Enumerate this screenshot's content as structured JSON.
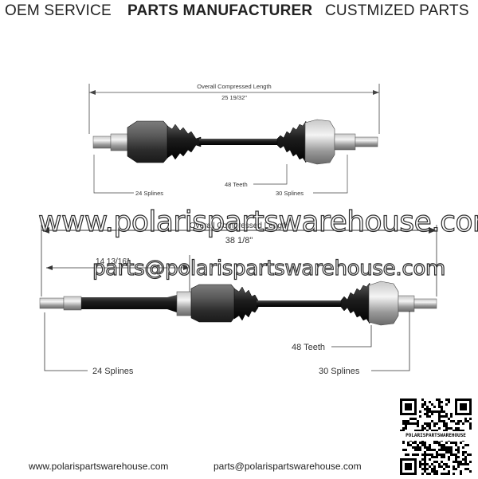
{
  "banner": {
    "oem": "OEM SERVICE",
    "manufacturer": "PARTS MANUFACTURER",
    "customized": "CUSTMIZED PARTS"
  },
  "top_shaft": {
    "length_label": "Overall Compressed Length",
    "length_value": "25 19/32\"",
    "left_splines": "24 Splines",
    "teeth": "48 Teeth",
    "right_splines": "30 Splines"
  },
  "bottom_shaft": {
    "length_label": "Overall Compressed Length",
    "length_value": "38 1/8\"",
    "inner_length": "14 13/16\"",
    "teeth": "48 Teeth",
    "left_splines": "24 Splines",
    "right_splines": "30 Splines"
  },
  "watermark": {
    "site": "www.polarispartswarehouse.com",
    "email": "parts@polarispartswarehouse.com"
  },
  "footer": {
    "website": "www.polarispartswarehouse.com",
    "email": "parts@polarispartswarehouse.com"
  },
  "qr": {
    "label": "POLARISPARTSWAREHOUSE"
  }
}
